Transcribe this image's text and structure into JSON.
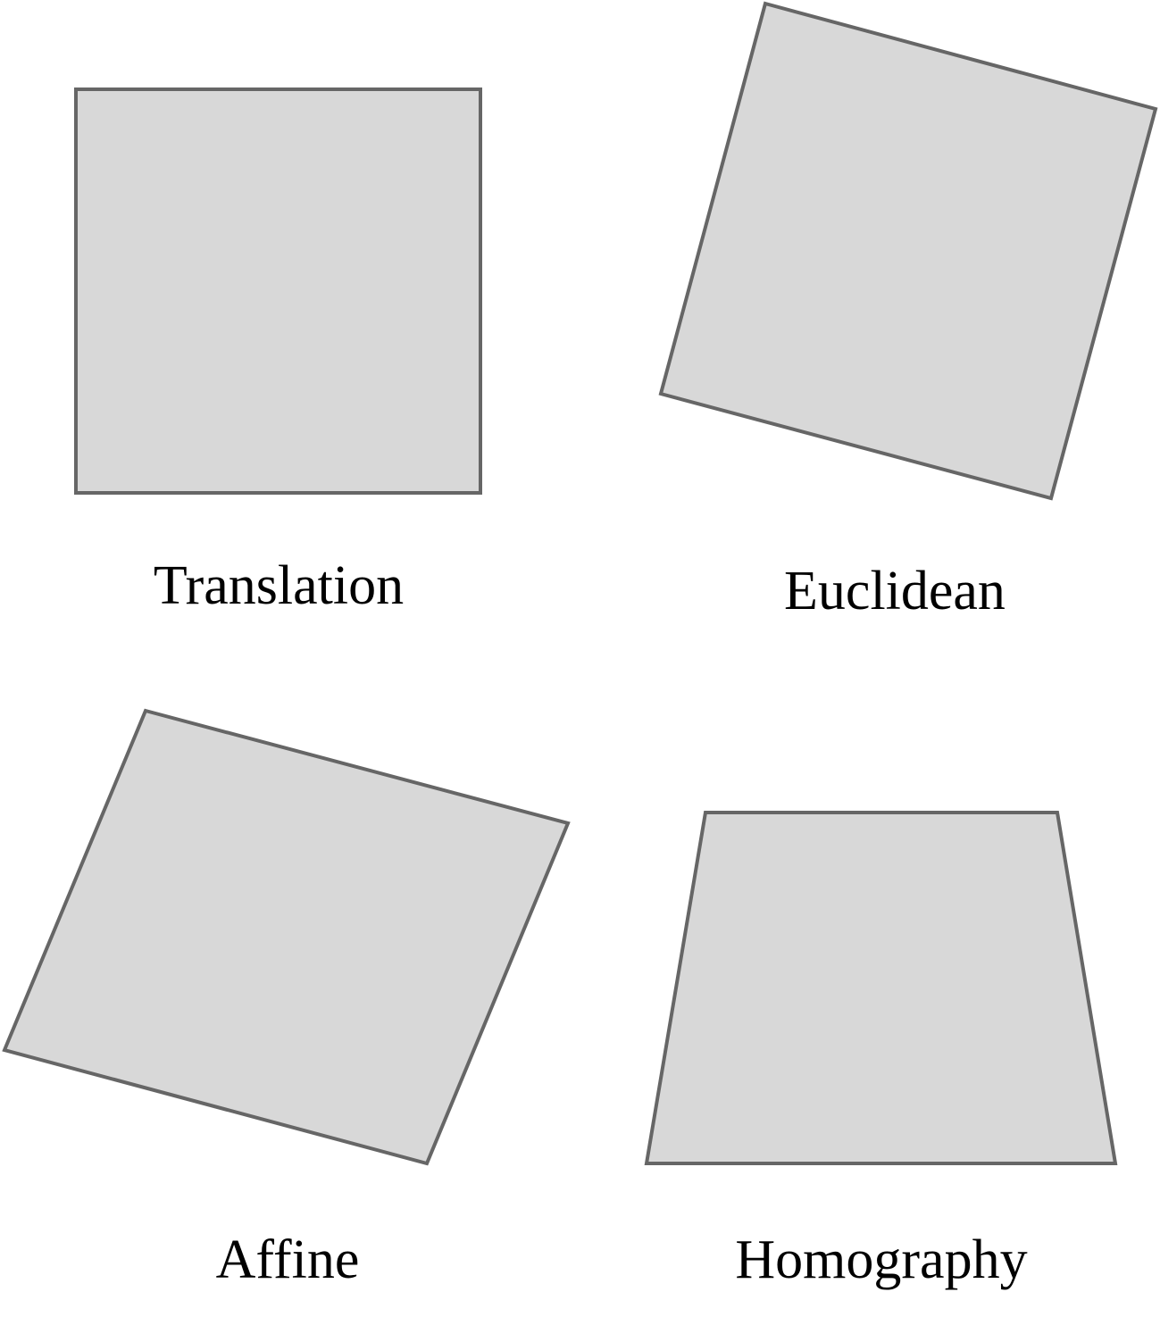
{
  "colors": {
    "shape_fill": "#d8d8d8",
    "shape_stroke": "#666666",
    "label_color": "#000000",
    "background": "#ffffff"
  },
  "panels": [
    {
      "id": "translation",
      "label": "Translation"
    },
    {
      "id": "euclidean",
      "label": "Euclidean"
    },
    {
      "id": "affine",
      "label": "Affine"
    },
    {
      "id": "homography",
      "label": "Homography"
    }
  ]
}
